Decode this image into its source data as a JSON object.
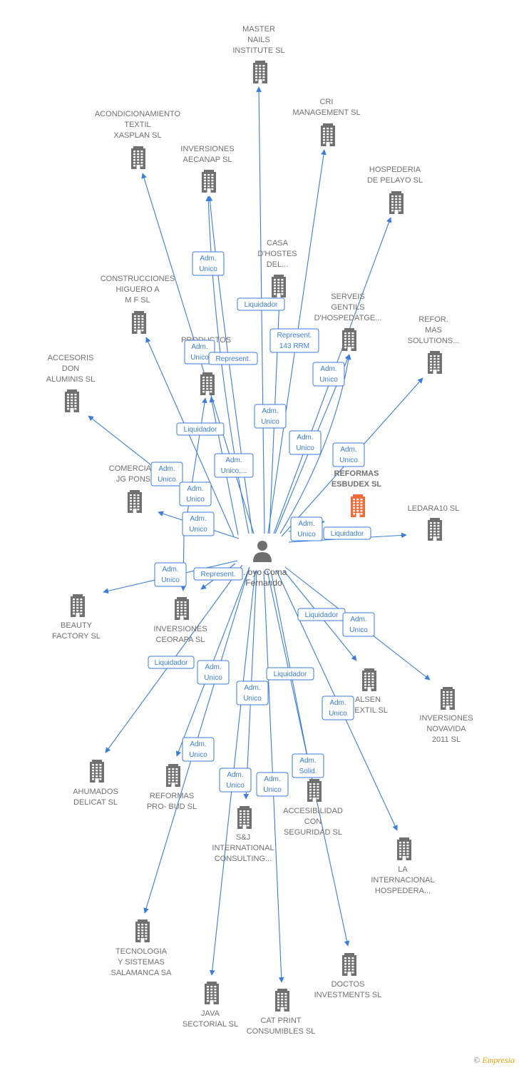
{
  "center": {
    "name_lines": [
      "...oyo Coma",
      "Fernando"
    ],
    "icon": "person-icon"
  },
  "colors": {
    "link": "#3b7dd8",
    "node": "#707070",
    "highlight": "#f26b3a",
    "badge_border": "#3b7dd8",
    "background": "#ffffff"
  },
  "companies": [
    {
      "id": "master-nails",
      "lines": [
        "MASTER",
        "NAILS",
        "INSTITUTE SL"
      ]
    },
    {
      "id": "cri-management",
      "lines": [
        "CRI",
        "MANAGEMENT SL"
      ]
    },
    {
      "id": "acondicionamiento-textil",
      "lines": [
        "ACONDICIONAMIENTO",
        "TEXTIL",
        "XASPLAN SL"
      ]
    },
    {
      "id": "inversiones-aecanap",
      "lines": [
        "INVERSIONES",
        "AECANAP  SL"
      ]
    },
    {
      "id": "hospederia-pelayo",
      "lines": [
        "HOSPEDERIA",
        "DE PELAYO  SL"
      ]
    },
    {
      "id": "casa-hostes",
      "lines": [
        "CASA",
        "D'HOSTES",
        "DEL..."
      ]
    },
    {
      "id": "construcciones-higuero",
      "lines": [
        "CONSTRUCCIONES",
        "HIGUERO A",
        "M F SL"
      ]
    },
    {
      "id": "serveis-gentils",
      "lines": [
        "SERVEIS",
        "GENTILS",
        "D'HOSPEDATGE..."
      ]
    },
    {
      "id": "productos",
      "lines": [
        "PRODUCTOS",
        "...OS",
        "P..."
      ]
    },
    {
      "id": "refor-mas",
      "lines": [
        "REFOR.",
        "MAS",
        "SOLUTIONS..."
      ]
    },
    {
      "id": "accesoris-don",
      "lines": [
        "ACCESORIS",
        "DON",
        "ALUMINIS SL"
      ]
    },
    {
      "id": "comercial-jg",
      "lines": [
        "COMERCIA...",
        "JG PONS"
      ]
    },
    {
      "id": "reformas-esbudex",
      "lines": [
        "REFORMAS",
        "ESBUDEX  SL"
      ],
      "highlight": true
    },
    {
      "id": "ledara10",
      "lines": [
        "LEDARA10 SL"
      ]
    },
    {
      "id": "beauty-factory",
      "lines": [
        "BEAUTY",
        "FACTORY  SL"
      ]
    },
    {
      "id": "inversiones-ceorapa",
      "lines": [
        "INVERSIONES",
        "CEORAPA  SL"
      ]
    },
    {
      "id": "alsen-textil",
      "lines": [
        "ALSEN",
        "...EXTIL SL"
      ]
    },
    {
      "id": "inversiones-novavida",
      "lines": [
        "INVERSIONES",
        "NOVAVIDA",
        "2011 SL"
      ]
    },
    {
      "id": "ahumados-delicat",
      "lines": [
        "AHUMADOS",
        "DELICAT SL"
      ]
    },
    {
      "id": "reformas-pro-bud",
      "lines": [
        "REFORMAS",
        "PRO- BUD  SL"
      ]
    },
    {
      "id": "accesibilidad",
      "lines": [
        "ACCESIBILIDAD",
        "CON",
        "SEGURIDAD SL"
      ]
    },
    {
      "id": "sj-international",
      "lines": [
        "S&J",
        "INTERNATIONAL",
        "CONSULTING..."
      ]
    },
    {
      "id": "la-internacional",
      "lines": [
        "LA",
        "INTERNACIONAL",
        "HOSPEDERA..."
      ]
    },
    {
      "id": "tecnologia-sistemas",
      "lines": [
        "TECNOLOGIA",
        "Y SISTEMAS",
        "SALAMANCA SA"
      ]
    },
    {
      "id": "doctos-investments",
      "lines": [
        "DOCTOS",
        "INVESTMENTS SL"
      ]
    },
    {
      "id": "java-sectorial",
      "lines": [
        "JAVA",
        "SECTORIAL SL"
      ]
    },
    {
      "id": "cat-print",
      "lines": [
        "CAT PRINT",
        "CONSUMIBLES SL"
      ]
    }
  ],
  "roles": [
    {
      "lines": [
        "Adm.",
        "Unico"
      ]
    },
    {
      "lines": [
        "Liquidador"
      ]
    },
    {
      "lines": [
        "Represent.",
        "143 RRM"
      ]
    },
    {
      "lines": [
        "Adm.",
        "Unico"
      ]
    },
    {
      "lines": [
        "Adm.",
        "Unico"
      ]
    },
    {
      "lines": [
        "Represent."
      ]
    },
    {
      "lines": [
        "Adm.",
        "Unico"
      ]
    },
    {
      "lines": [
        "Liquidador"
      ]
    },
    {
      "lines": [
        "Adm.",
        "Unico"
      ]
    },
    {
      "lines": [
        "Adm.",
        "Unico"
      ]
    },
    {
      "lines": [
        "Adm.",
        "Unico,..."
      ]
    },
    {
      "lines": [
        "Adm.",
        "Unico"
      ]
    },
    {
      "lines": [
        "Adm.",
        "Unico"
      ]
    },
    {
      "lines": [
        "Adm.",
        "Unico"
      ]
    },
    {
      "lines": [
        "Adm.",
        "Unico"
      ]
    },
    {
      "lines": [
        "Liquidador"
      ]
    },
    {
      "lines": [
        "Adm.",
        "Unico"
      ]
    },
    {
      "lines": [
        "Represent."
      ]
    },
    {
      "lines": [
        "Liquidador"
      ]
    },
    {
      "lines": [
        "Adm.",
        "Unico"
      ]
    },
    {
      "lines": [
        "Liquidador"
      ]
    },
    {
      "lines": [
        "Adm.",
        "Unico"
      ]
    },
    {
      "lines": [
        "Adm.",
        "Unico"
      ]
    },
    {
      "lines": [
        "Liquidador"
      ]
    },
    {
      "lines": [
        "Adm.",
        "Unico"
      ]
    },
    {
      "lines": [
        "Adm.",
        "Unico"
      ]
    },
    {
      "lines": [
        "Adm.",
        "Solid."
      ]
    },
    {
      "lines": [
        "Adm.",
        "Unico"
      ]
    },
    {
      "lines": [
        "Adm.",
        "Unico"
      ]
    }
  ],
  "footer": {
    "copyright": "©",
    "brand_first": "E",
    "brand_rest": "mpresia"
  }
}
